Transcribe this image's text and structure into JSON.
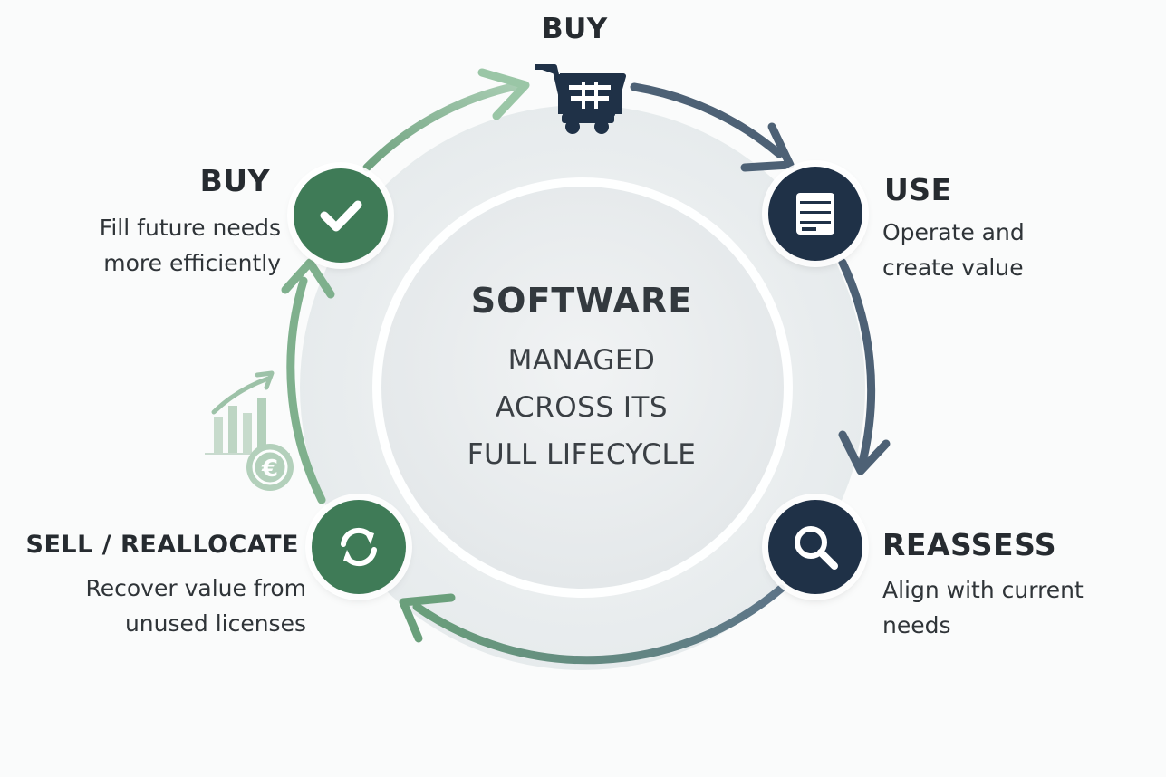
{
  "top_stage": {
    "title": "BUY",
    "icon": "shopping-cart-icon"
  },
  "center": {
    "title": "SOFTWARE",
    "lines": [
      "MANAGED",
      "ACROSS ITS",
      "FULL LIFECYCLE"
    ]
  },
  "stages": {
    "buy": {
      "title": "BUY",
      "desc_line1": "Fill future needs",
      "desc_line2": "more efficiently",
      "icon": "checkmark-icon"
    },
    "use": {
      "title": "USE",
      "desc_line1": "Operate and",
      "desc_line2": "create value",
      "icon": "server-icon"
    },
    "reassess": {
      "title": "REASSESS",
      "desc_line1": "Align with current",
      "desc_line2": "needs",
      "icon": "magnifier-icon"
    },
    "sell": {
      "title": "SELL / REALLOCATE",
      "desc_line1": "Recover value from",
      "desc_line2": "unused licenses",
      "icon": "refresh-icon"
    }
  },
  "decoration": {
    "icon": "euro-growth-chart-icon"
  },
  "colors": {
    "green": "#3f7b57",
    "navy": "#1f3147",
    "light_green": "#8fbf9a",
    "slate": "#4d6175"
  }
}
